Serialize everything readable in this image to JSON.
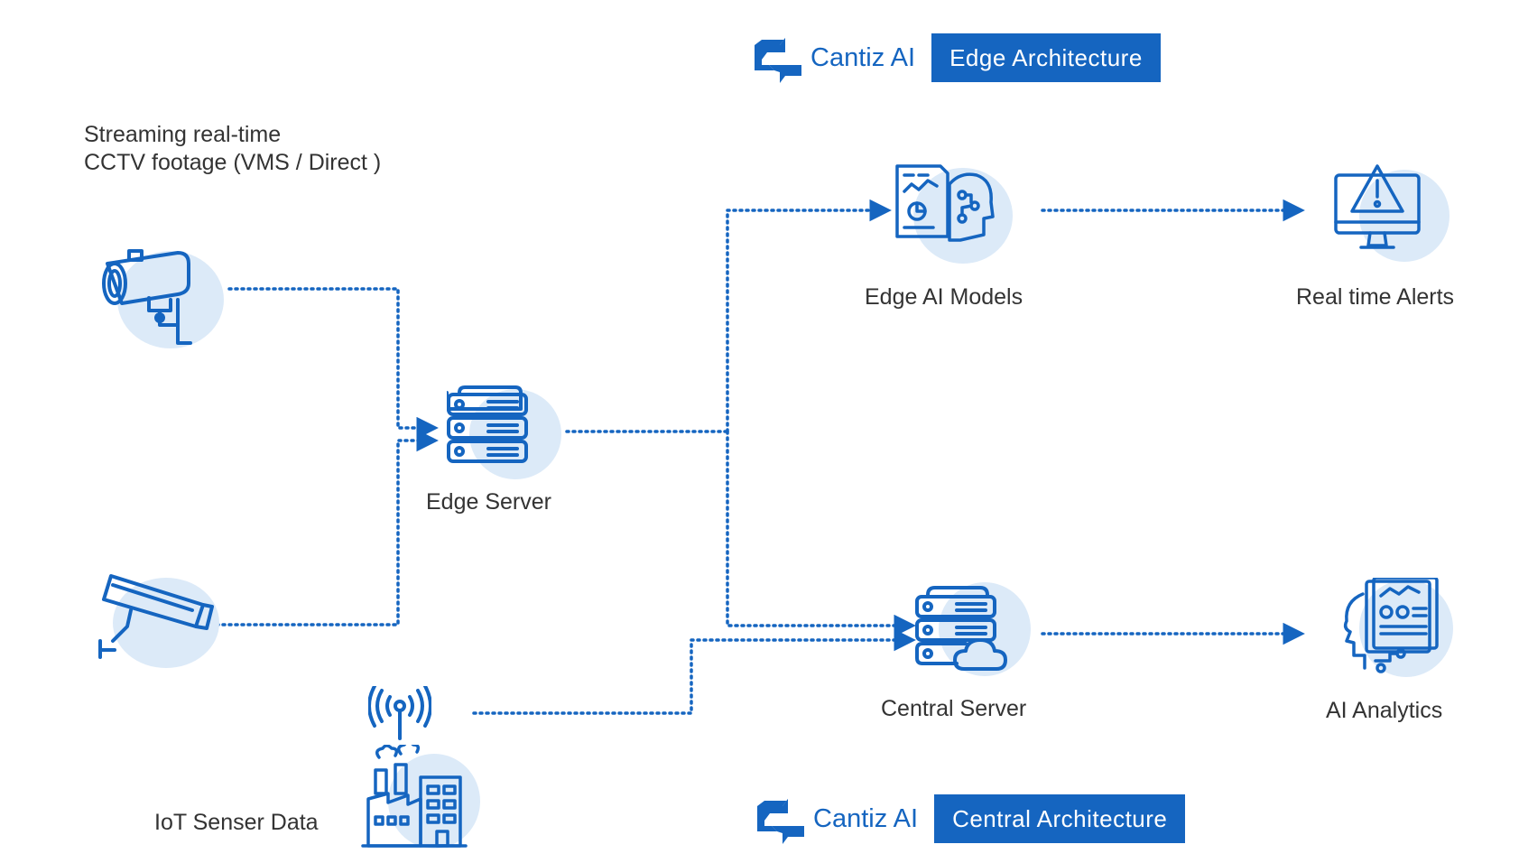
{
  "header": {
    "brand_name": "Cantiz AI",
    "badge": "Edge Architecture"
  },
  "footer": {
    "brand_name": "Cantiz AI",
    "badge": "Central Architecture"
  },
  "sources": {
    "stream_line1": "Streaming real-time",
    "stream_line2": "CCTV footage (VMS / Direct )",
    "iot_label": "IoT Senser Data"
  },
  "nodes": {
    "edge_server": "Edge Server",
    "edge_ai_models": "Edge AI Models",
    "real_time_alerts": "Real time Alerts",
    "central_server": "Central Server",
    "ai_analytics": "AI Analytics"
  },
  "icons": {
    "camera_top": "bullet-cctv-camera-icon",
    "camera_bottom": "box-cctv-camera-icon",
    "antenna": "wireless-signal-icon",
    "factory": "factory-icon",
    "edge_server": "server-rack-icon",
    "edge_ai_models": "ai-report-brain-icon",
    "real_time_alerts": "monitor-alert-icon",
    "central_server": "server-cloud-icon",
    "ai_analytics": "head-analytics-report-icon",
    "logo": "cantiz-logo-icon"
  },
  "colors": {
    "primary": "#1565c0",
    "blob": "#dceaf8",
    "text": "#333333"
  }
}
